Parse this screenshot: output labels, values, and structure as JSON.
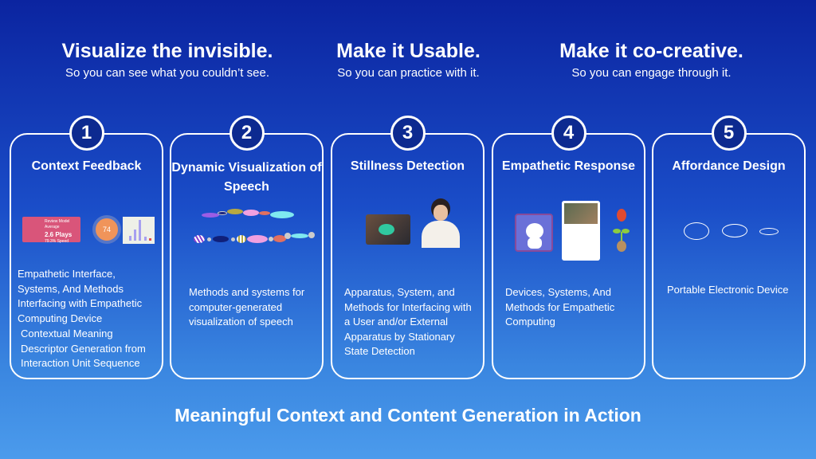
{
  "headers": [
    {
      "title": "Visualize the invisible.",
      "subtitle": "So you can see what you couldn’t see."
    },
    {
      "title": "Make it Usable.",
      "subtitle": "So you can practice with it."
    },
    {
      "title": "Make it co-creative.",
      "subtitle": "So you can engage through it."
    }
  ],
  "cards": [
    {
      "number": "1",
      "title": "Context Feedback",
      "desc1": "Empathetic Interface, Systems, And Methods Interfacing with Empathetic Computing Device",
      "desc2": "Contextual Meaning Descriptor Generation from Interaction Unit Sequence",
      "widget": {
        "label": "Review Model Average",
        "value": "2.6 Plays",
        "sub": "79.3% Speed",
        "score": "74"
      }
    },
    {
      "number": "2",
      "title": "Dynamic Visualization of Speech",
      "desc1": "Methods and systems for computer-generated visualization of speech"
    },
    {
      "number": "3",
      "title": "Stillness Detection",
      "desc1": "Apparatus, System, and Methods for Interfacing with a User and/or External Apparatus by Stationary State Detection"
    },
    {
      "number": "4",
      "title": "Empathetic Response",
      "desc1": "Devices, Systems, And Methods for Empathetic Computing"
    },
    {
      "number": "5",
      "title": "Affordance Design",
      "desc1": "Portable Electronic Device"
    }
  ],
  "footer": "Meaningful Context and Content Generation in Action"
}
